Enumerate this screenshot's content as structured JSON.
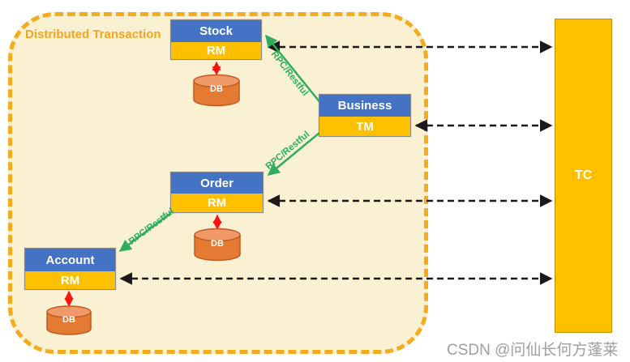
{
  "diagram": {
    "title": "Distributed Transaction",
    "services": [
      {
        "name": "Stock",
        "role": "RM",
        "has_db": true
      },
      {
        "name": "Business",
        "role": "TM",
        "has_db": false
      },
      {
        "name": "Order",
        "role": "RM",
        "has_db": true
      },
      {
        "name": "Account",
        "role": "RM",
        "has_db": true
      }
    ],
    "coordinator_label": "TC",
    "database_label": "DB",
    "rpc_label": "RPC/Restful",
    "edges": {
      "rpc_calls": [
        {
          "from": "Business",
          "to": "Stock",
          "label": "RPC/Restful",
          "style": "solid-green-arrow"
        },
        {
          "from": "Business",
          "to": "Order",
          "label": "RPC/Restful",
          "style": "solid-green-arrow"
        },
        {
          "from": "Order",
          "to": "Account",
          "label": "RPC/Restful",
          "style": "solid-green-arrow"
        }
      ],
      "tc_links": [
        {
          "from": "Stock.RM",
          "to": "TC",
          "style": "black-dashed-double-arrow"
        },
        {
          "from": "Business.TM",
          "to": "TC",
          "style": "black-dashed-double-arrow"
        },
        {
          "from": "Order.RM",
          "to": "TC",
          "style": "black-dashed-double-arrow"
        },
        {
          "from": "Account.RM",
          "to": "TC",
          "style": "black-dashed-double-arrow"
        }
      ],
      "db_links": [
        {
          "from": "Stock.RM",
          "to": "DB",
          "style": "red-dashed-double-arrow"
        },
        {
          "from": "Order.RM",
          "to": "DB",
          "style": "red-dashed-double-arrow"
        },
        {
          "from": "Account.RM",
          "to": "DB",
          "style": "red-dashed-double-arrow"
        }
      ]
    },
    "colors": {
      "service_header": "#4472C4",
      "service_role": "#FFC000",
      "coordinator": "#FFC000",
      "db_fill": "#E57B33",
      "db_top": "#EF9A68",
      "rpc_arrow": "#2EAD5C",
      "db_arrow": "#FF1111",
      "tc_arrow": "#1A1A1A",
      "container_border": "#F5AB1E",
      "container_bg": "#FAF0D2",
      "title_color": "#F5A51D"
    }
  },
  "watermark": "CSDN @问仙长何方蓬莱"
}
